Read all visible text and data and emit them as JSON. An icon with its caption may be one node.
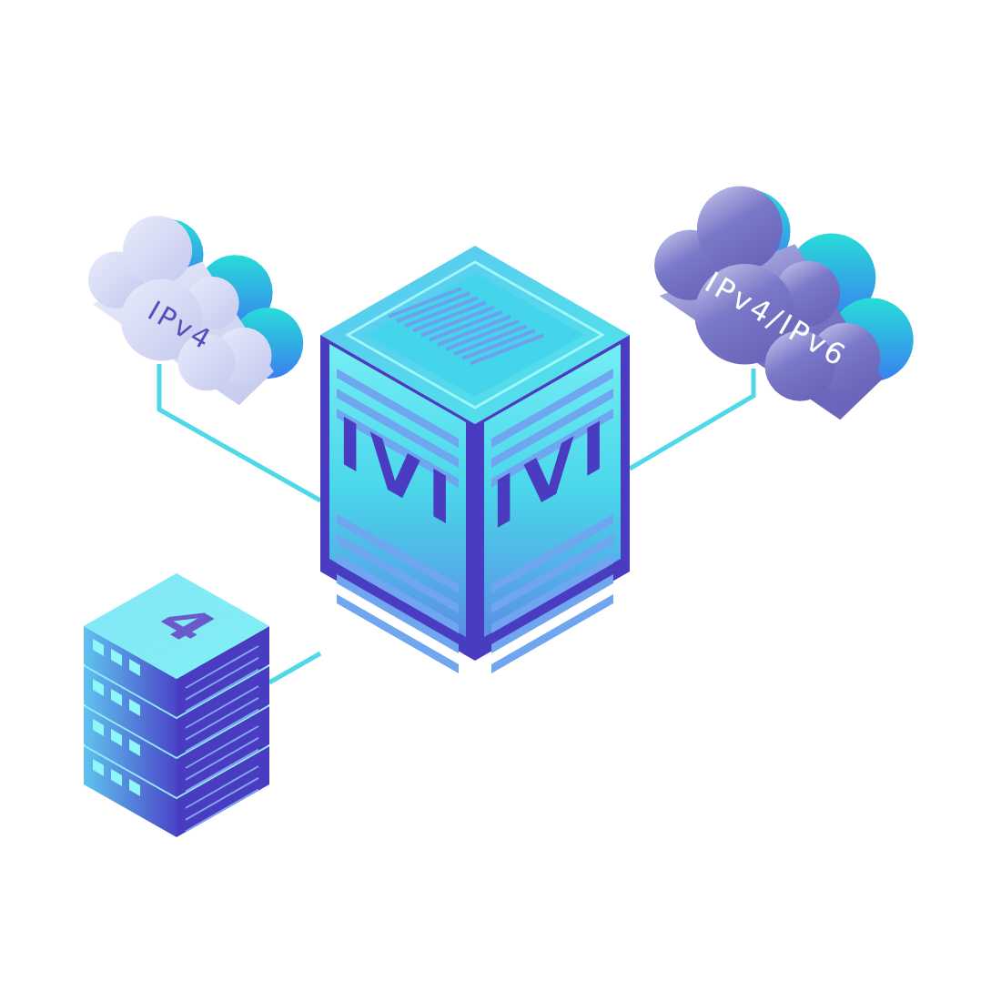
{
  "diagram": {
    "nodes": [
      {
        "text": [
          "IPv4"
        ]
      },
      {
        "text": [
          "IVI",
          "IVI"
        ]
      },
      {
        "text": [
          "IPv4/IPv6"
        ]
      },
      {
        "text": [
          "4"
        ]
      }
    ],
    "edges": [
      {
        "from": 0,
        "to": 1,
        "arrow": "none"
      },
      {
        "from": 1,
        "to": 2,
        "arrow": "none"
      },
      {
        "from": 3,
        "to": 1,
        "arrow": "none"
      }
    ]
  }
}
